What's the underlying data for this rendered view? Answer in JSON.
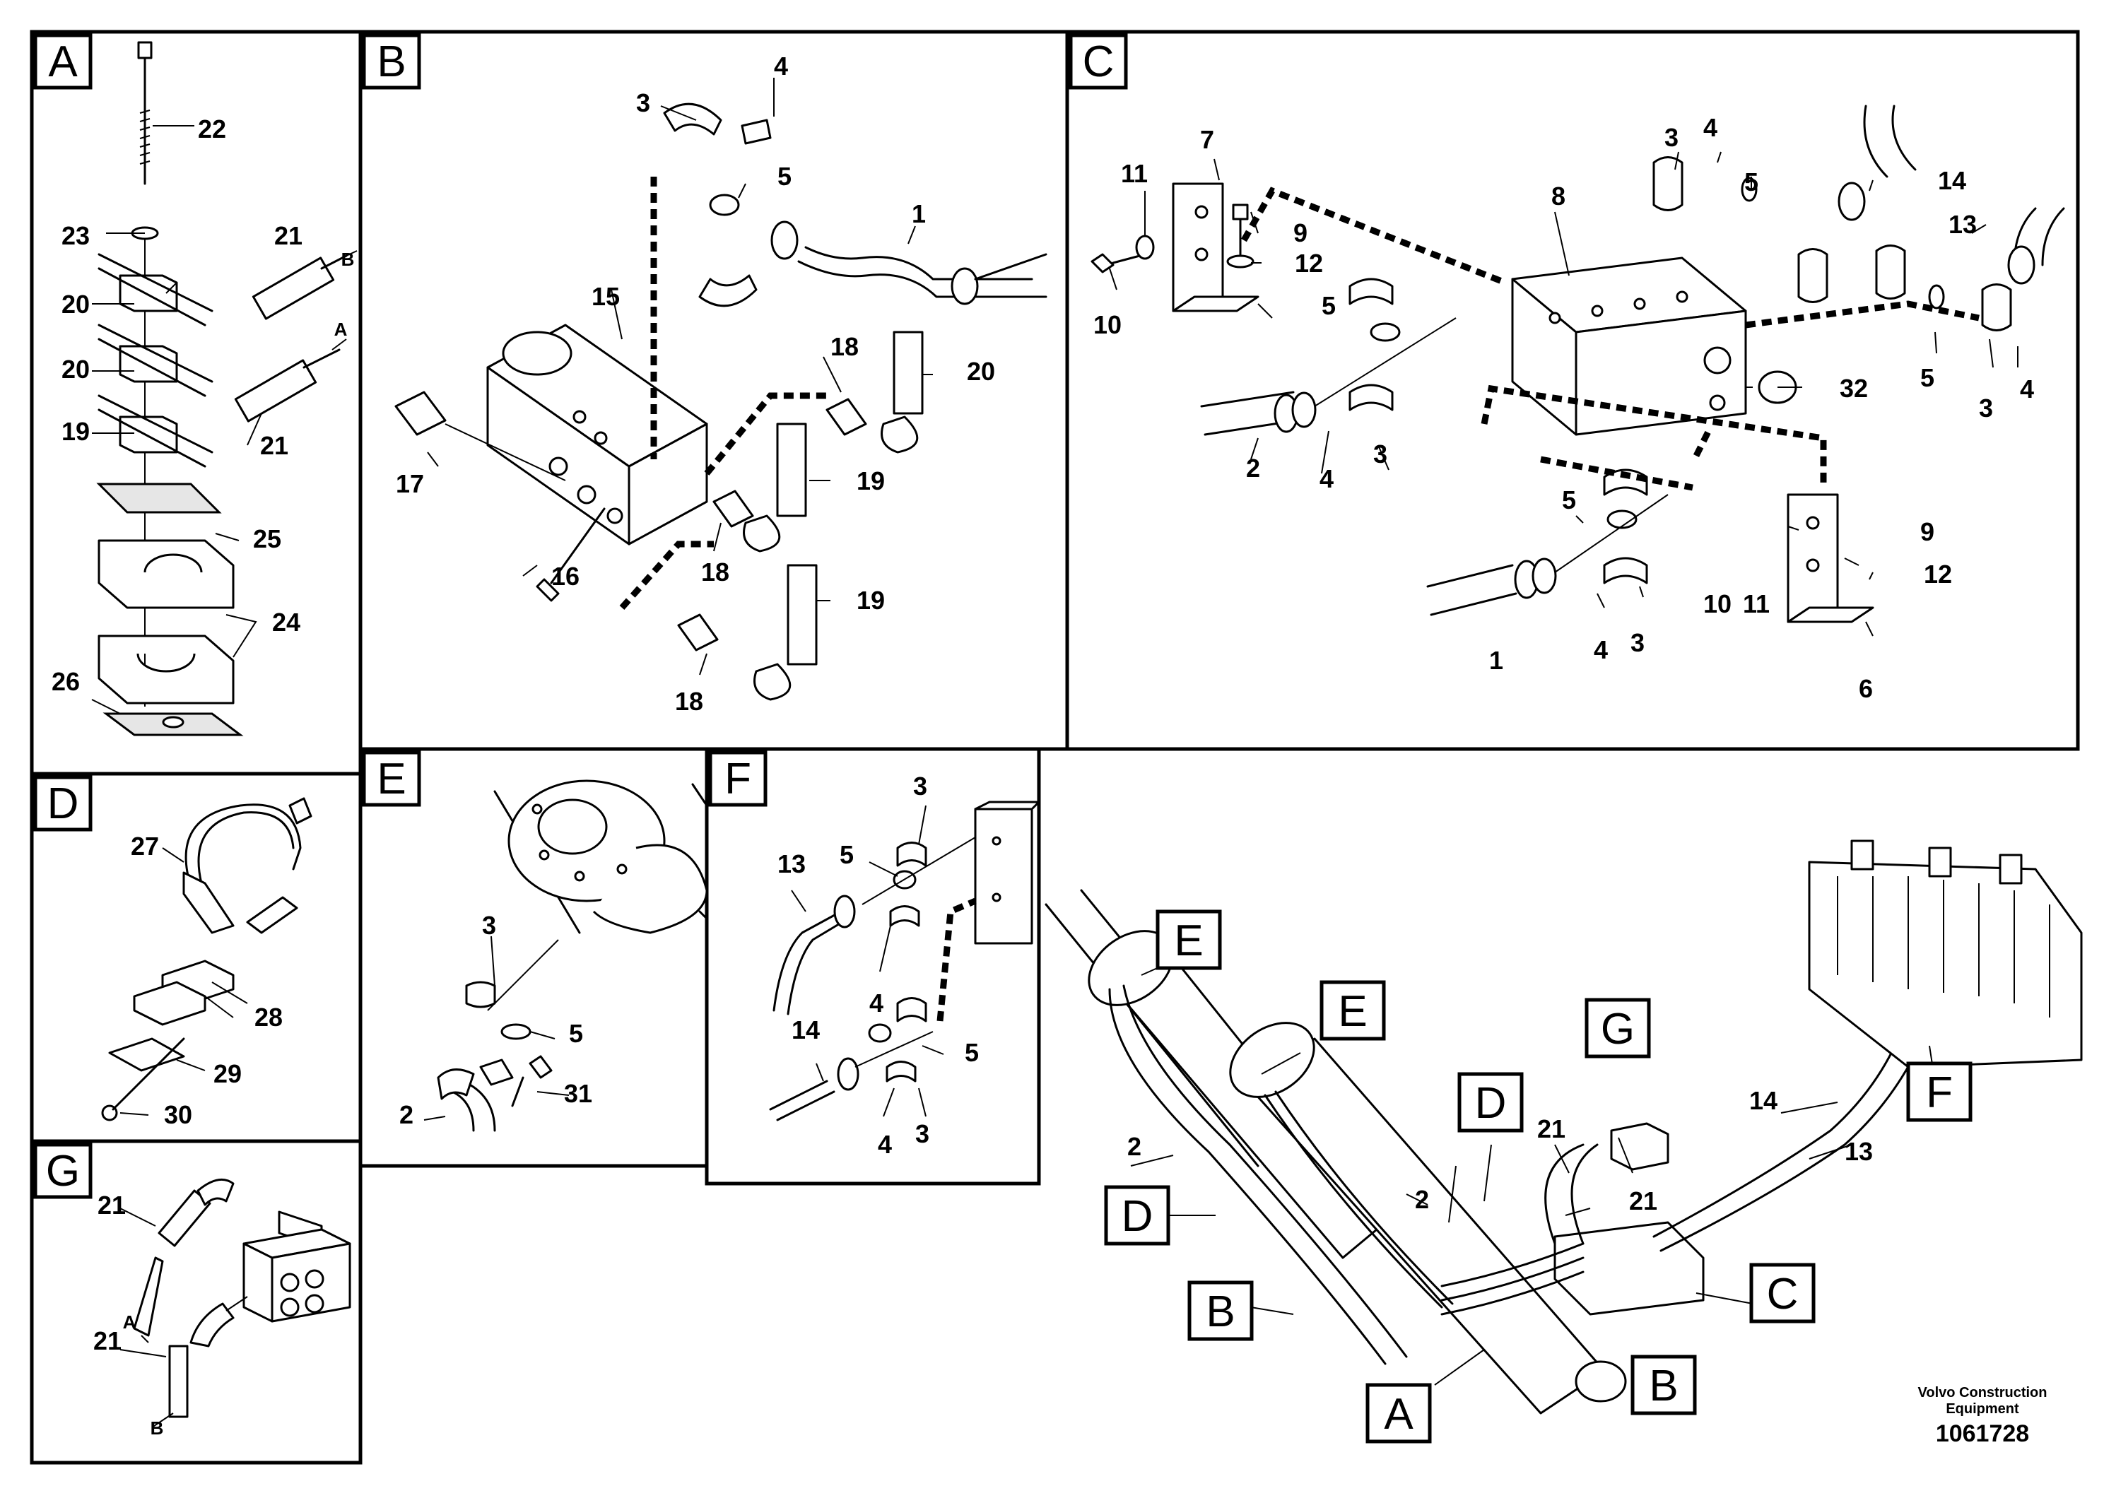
{
  "panels": {
    "A": {
      "letter": "A",
      "labels": {
        "p22": "22",
        "p23": "23",
        "p21a": "21",
        "p21b": "21",
        "p20a": "20",
        "p20b": "20",
        "p19": "19",
        "p25": "25",
        "p24": "24",
        "p26": "26",
        "pB": "B",
        "pA": "A"
      }
    },
    "B": {
      "letter": "B",
      "labels": {
        "p3": "3",
        "p4": "4",
        "p5": "5",
        "p1": "1",
        "p15": "15",
        "p18a": "18",
        "p18b": "18",
        "p18c": "18",
        "p20": "20",
        "p19a": "19",
        "p19b": "19",
        "p17": "17",
        "p16": "16"
      }
    },
    "C": {
      "letter": "C",
      "labels": {
        "p7": "7",
        "p11a": "11",
        "p9a": "9",
        "p12a": "12",
        "p10a": "10",
        "p8": "8",
        "p3a": "3",
        "p4a": "4",
        "p5a": "5",
        "p14": "14",
        "p13": "13",
        "p5b": "5",
        "p2": "2",
        "p4b": "4",
        "p3b": "3",
        "p32": "32",
        "p5c": "5",
        "p3c": "3",
        "p4c": "4",
        "p5d": "5",
        "p9b": "9",
        "p12b": "12",
        "p10b": "10",
        "p11b": "11",
        "p1": "1",
        "p4d": "4",
        "p3d": "3",
        "p6": "6"
      }
    },
    "D": {
      "letter": "D",
      "labels": {
        "p27": "27",
        "p28": "28",
        "p29": "29",
        "p30": "30"
      }
    },
    "E": {
      "letter": "E",
      "labels": {
        "p3": "3",
        "p5": "5",
        "p2": "2",
        "p31": "31"
      }
    },
    "F": {
      "letter": "F",
      "labels": {
        "p3a": "3",
        "p5a": "5",
        "p13": "13",
        "p4a": "4",
        "p14": "14",
        "p5b": "5",
        "p4b": "4",
        "p3b": "3"
      }
    },
    "G": {
      "letter": "G",
      "labels": {
        "p21a": "21",
        "pA": "A",
        "p21b": "21",
        "pB": "B"
      }
    }
  },
  "overview": {
    "tags": {
      "E1": "E",
      "E2": "E",
      "G": "G",
      "D1": "D",
      "D2": "D",
      "F": "F",
      "B1": "B",
      "B2": "B",
      "C": "C",
      "A": "A"
    },
    "labels": {
      "p2a": "2",
      "p2b": "2",
      "p21a": "21",
      "p21b": "21",
      "p14": "14",
      "p13": "13"
    }
  },
  "footer": {
    "brand_line1": "Volvo Construction",
    "brand_line2": "Equipment",
    "doc_number": "1061728"
  }
}
